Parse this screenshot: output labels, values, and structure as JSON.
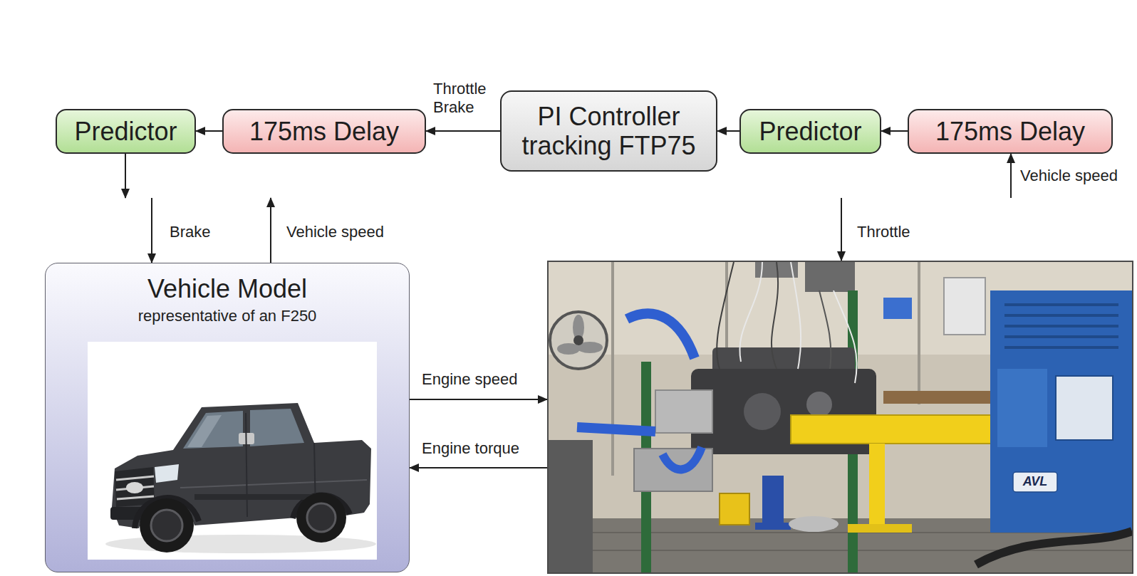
{
  "diagram": {
    "nodes": [
      {
        "text": [
          "Predictor"
        ]
      },
      {
        "text": [
          "175ms Delay"
        ]
      },
      {
        "text": [
          "PI Controller tracking FTP75"
        ]
      },
      {
        "text": [
          "Predictor"
        ]
      },
      {
        "text": [
          "175ms Delay"
        ]
      },
      {
        "text": []
      },
      {
        "text": [
          "Vehicle Model",
          "representative of an F250"
        ],
        "in": 5
      },
      {
        "text": [
          "AVL"
        ],
        "in": 5
      }
    ],
    "edges": [
      {
        "from": 1,
        "to": 0,
        "arrow": "to"
      },
      {
        "from": 2,
        "to": 1,
        "label": "Throttle Brake",
        "arrow": "to"
      },
      {
        "from": 3,
        "to": 2,
        "arrow": "to"
      },
      {
        "from": 4,
        "to": 3,
        "arrow": "to"
      },
      {
        "from": 5,
        "to": 4,
        "label": "Vehicle speed",
        "arrow": "to"
      },
      {
        "from": 0,
        "to": 5,
        "arrow": "to"
      },
      {
        "from": 5,
        "to": 6,
        "label": "Brake",
        "arrow": "to"
      },
      {
        "from": 6,
        "to": 5,
        "label": "Vehicle speed",
        "arrow": "to"
      },
      {
        "from": 5,
        "to": 7,
        "label": "Throttle",
        "arrow": "to"
      },
      {
        "from": 6,
        "to": 7,
        "label": "Engine speed",
        "arrow": "to"
      },
      {
        "from": 7,
        "to": 6,
        "label": "Engine torque",
        "arrow": "to"
      }
    ]
  }
}
